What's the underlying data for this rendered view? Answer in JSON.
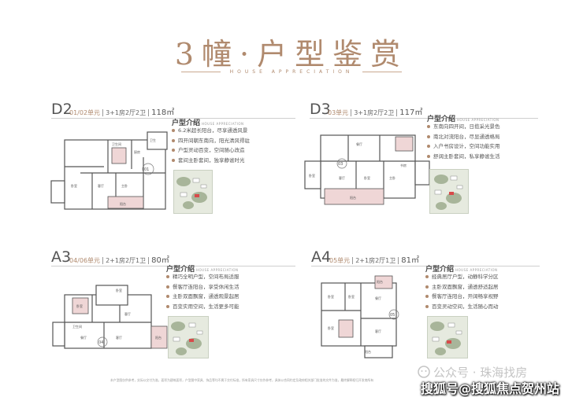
{
  "header": {
    "title": "3幢·户型鉴赏",
    "subtitle": "HOUSE APPRECIATION"
  },
  "units": [
    {
      "code": "D2",
      "units": "01/02单元",
      "layout": "3+1房2厅2卫",
      "area": "118㎡",
      "intro_title": "户型介绍",
      "intro_en": "HOUSE APPRECIATION",
      "features": [
        "6.2米超长阳台，尽享通透风景",
        "四开间朝东南向，阳光清风得驻",
        "户型灵动百变，空间随心改造",
        "套间主卧套间，独享静谧时光"
      ],
      "room_labels": [
        "01"
      ]
    },
    {
      "code": "D3",
      "units": "03单元",
      "layout": "3+1房2厅2卫",
      "area": "117㎡",
      "intro_title": "户型介绍",
      "intro_en": "HOUSE APPRECIATION",
      "features": [
        "东南向四开间，日揽采光景色",
        "南北对流阳台，尽显通透格局",
        "入户书房设计，空间功能实用",
        "舒阔主卧套间，私享静谧生活"
      ],
      "room_labels": [
        "03"
      ]
    },
    {
      "code": "A3",
      "units": "04/06单元",
      "layout": "2+1房2厅1卫",
      "area": "80㎡",
      "intro_title": "户型介绍",
      "intro_en": "HOUSE APPRECIATION",
      "features": [
        "精巧全明户型，空间布局适服",
        "餐客厅连阳台，享受休闲生活",
        "主卧双面飘窗，通透观景起居",
        "百变实用空间，生活更多可能"
      ],
      "room_labels": [
        "04"
      ]
    },
    {
      "code": "A4",
      "units": "05单元",
      "layout": "2+1房2厅1卫",
      "area": "81㎡",
      "intro_title": "户型介绍",
      "intro_en": "HOUSE APPRECIATION",
      "features": [
        "经典居厅户型，动静科学分区",
        "主卧双面飘窗，通透舒适起居",
        "餐客厅连阳台，开阔畅享视野",
        "百变灵动空间，生活随心而动"
      ],
      "room_labels": [
        "05"
      ]
    }
  ],
  "footnote": "本户型图仅供参考，实际以交付为准，面积为建筑面积，户型图中家具、饰品等均不属于交付标准，所有家具尺寸仅作参考，具体以合同约定及政府相关部门批准的文件为准，最终解释权归开发商所有",
  "watermark": {
    "line1": "公众号 · 珠海找房",
    "line2": "搜狐号@搜狐焦点贺州站"
  },
  "colors": {
    "accent": "#b08a6e",
    "balcony": "#efd6d6",
    "wall": "#555555"
  }
}
